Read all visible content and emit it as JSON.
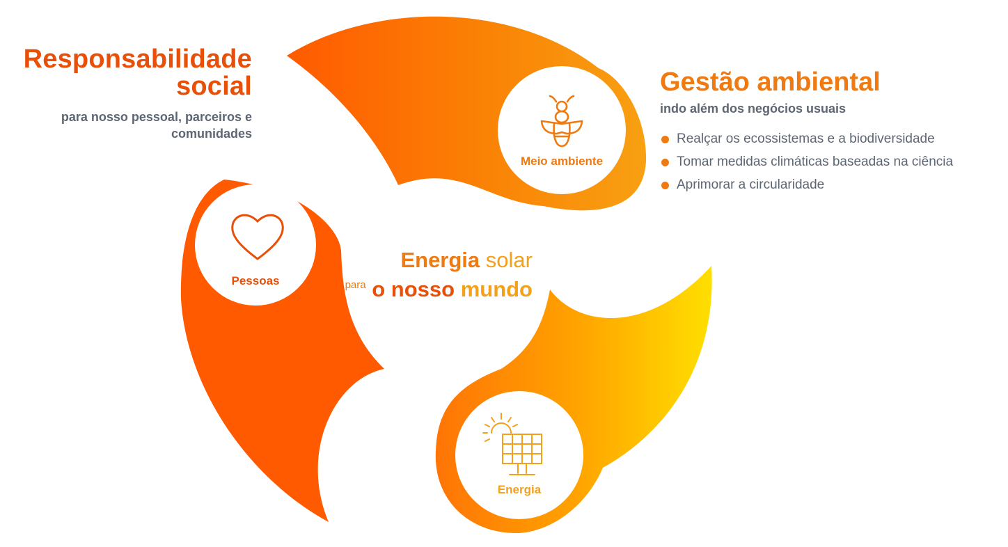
{
  "social": {
    "title_line1": "Responsabilidade",
    "title_line2": "social",
    "subtitle_line1": "para nosso pessoal, parceiros e",
    "subtitle_line2": "comunidades"
  },
  "environment": {
    "title": "Gestão ambiental",
    "subtitle": "indo além dos negócios usuais",
    "bullets": [
      "Realçar os ecossistemas e a biodiversidade",
      "Tomar medidas climáticas baseadas na ciência",
      "Aprimorar a circularidade"
    ]
  },
  "center": {
    "word1": "Energia",
    "word2": "solar",
    "word3": "para",
    "word4": "o nosso",
    "word5": "mundo"
  },
  "circles": {
    "environment_label": "Meio ambiente",
    "people_label": "Pessoas",
    "energy_label": "Energia"
  },
  "icons": {
    "environment": "bee-icon",
    "people": "heart-icon",
    "energy": "solar-panel-sun-icon"
  },
  "colors": {
    "dark_orange": "#ff5a00",
    "orange": "#f07a12",
    "amber": "#f4a01a",
    "yellow": "#ffde00",
    "gray_text": "#5d6672"
  }
}
